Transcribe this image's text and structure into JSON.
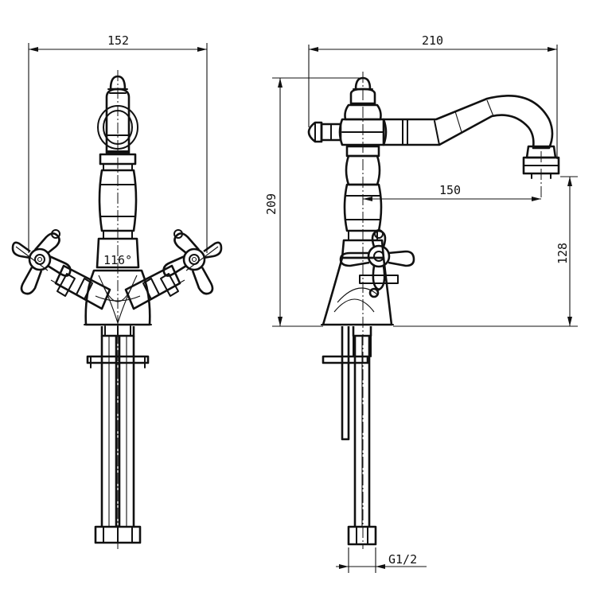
{
  "dimensions": {
    "front_width": "152",
    "side_width": "210",
    "overall_height": "209",
    "spout_reach": "150",
    "spout_height": "128",
    "handle_angle": "116°",
    "thread": "G1/2"
  }
}
